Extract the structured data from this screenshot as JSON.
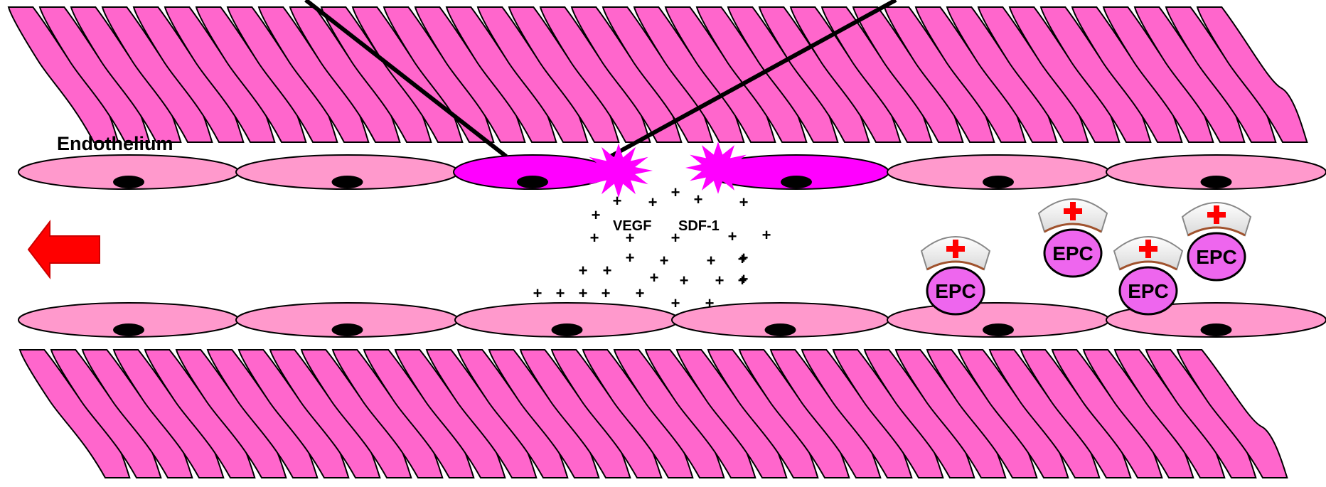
{
  "labels": {
    "endothelium": "Endothelium",
    "vegf": "VEGF",
    "sdf1": "SDF-1"
  },
  "epc": {
    "label": "EPC",
    "count": 4
  },
  "colors": {
    "smooth_muscle": "#ff66cc",
    "endothelial_cell": "#ff99cc",
    "damaged_cell": "#ff00ff",
    "nucleus": "#000000",
    "epc_cell": "#ee66ee",
    "cap_cross": "#ff0000",
    "arrow": "#ff0000"
  },
  "icons": {
    "flow_arrow": "left-arrow-icon",
    "nurse_cap": "nurse-cap-icon",
    "cytokine": "plus-sign-icon",
    "injury": "starburst-icon"
  }
}
